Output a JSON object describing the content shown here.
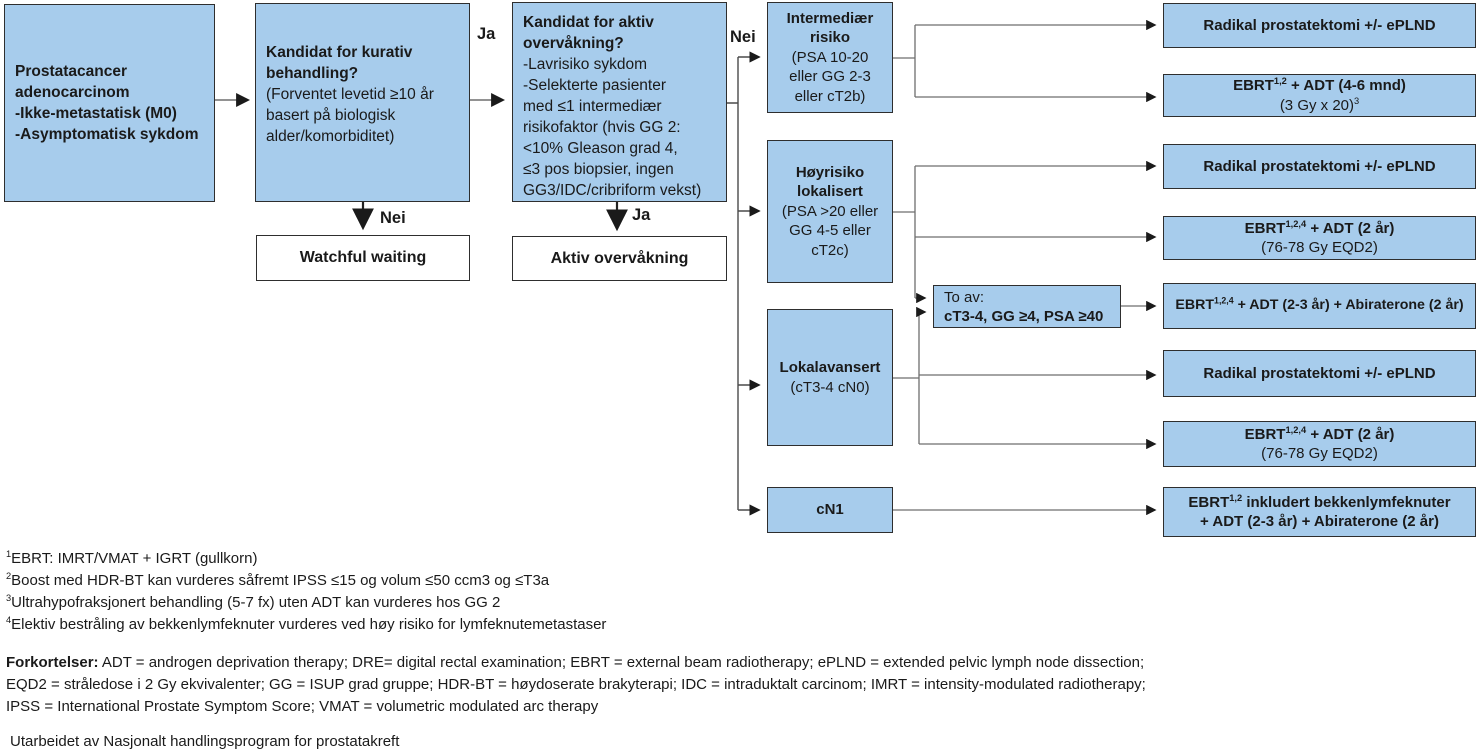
{
  "colors": {
    "box_fill": "#a7ccec",
    "box_border": "#2e2e2e",
    "line_gray": "#6e6e6e",
    "arrow_black": "#1a1a1a",
    "background": "#ffffff"
  },
  "flow": {
    "start_box": {
      "text": "Prostatacancer\nadenocarcinom\n-Ikke-metastatisk (M0)\n-Asymptomatisk sykdom"
    },
    "curative_box": {
      "title": "Kandidat for kurativ\nbehandling?",
      "body": "(Forventet levetid ≥10 år\nbasert på biologisk\nalder/komorbiditet)"
    },
    "surveillance_box": {
      "title": "Kandidat for aktiv\novervåkning?",
      "body": "-Lavrisiko sykdom\n-Selekterte pasienter\nmed ≤1 intermediær\nrisikofaktor (hvis GG 2:\n<10% Gleason grad 4,\n≤3 pos biopsier, ingen\nGG3/IDC/cribriform vekst)"
    },
    "watchful_waiting": "Watchful waiting",
    "active_surveillance": "Aktiv overvåkning",
    "labels": {
      "ja_curative": "Ja",
      "nei_watchful": "Nei",
      "nei_risk": "Nei",
      "ja_surveillance": "Ja"
    },
    "risks": [
      {
        "title": "Intermediær\nrisiko",
        "body": "(PSA 10-20\neller GG 2-3\neller cT2b)"
      },
      {
        "title": "Høyrisiko\nlokalisert",
        "body": "(PSA >20 eller\nGG 4-5 eller\ncT2c)"
      },
      {
        "title": "Lokalavansert",
        "body": "(cT3-4 cN0)"
      },
      {
        "title": "cN1",
        "body": ""
      }
    ],
    "two_of": {
      "intro": "To av:",
      "criteria": "cT3-4, GG ≥4, PSA ≥40"
    },
    "treatments": [
      {
        "text": "Radikal prostatektomi +/- ePLND"
      },
      {
        "pre": "EBRT",
        "sup": "1,2",
        "post": " + ADT (4-6 mnd)",
        "line2": "(3 Gy x 20)",
        "line2_sup": "3"
      },
      {
        "text": "Radikal prostatektomi +/- ePLND"
      },
      {
        "pre": "EBRT",
        "sup": "1,2,4",
        "post": " + ADT (2 år)",
        "line2": "(76-78 Gy EQD2)"
      },
      {
        "pre": "EBRT",
        "sup": "1,2,4",
        "post": " + ADT (2-3 år) + Abiraterone (2 år)"
      },
      {
        "text": "Radikal prostatektomi +/- ePLND"
      },
      {
        "pre": "EBRT",
        "sup": "1,2,4",
        "post": " + ADT (2 år)",
        "line2": "(76-78 Gy EQD2)"
      },
      {
        "pre": "EBRT",
        "sup": "1,2",
        "post": " inkludert bekkenlymfeknuter",
        "line2": "+ ADT (2-3 år) + Abiraterone (2 år)"
      }
    ]
  },
  "footnotes": [
    {
      "sup": "1",
      "text": "EBRT: IMRT/VMAT + IGRT (gullkorn)"
    },
    {
      "sup": "2",
      "text": "Boost med HDR-BT kan vurderes såfremt IPSS ≤15 og volum ≤50 ccm3 og ≤T3a"
    },
    {
      "sup": "3",
      "text": "Ultrahypofraksjonert behandling (5-7 fx) uten ADT kan vurderes hos GG 2"
    },
    {
      "sup": "4",
      "text": "Elektiv bestråling av bekkenlymfeknuter vurderes ved høy risiko for lymfeknutemetastaser"
    }
  ],
  "abbreviations": {
    "label": "Forkortelser:",
    "line1": " ADT = androgen deprivation therapy; DRE= digital rectal examination; EBRT = external beam radiotherapy; ePLND = extended pelvic lymph node dissection;",
    "line2": "EQD2 = stråledose i 2 Gy ekvivalenter; GG = ISUP grad gruppe; HDR-BT = høydoserate brakyterapi; IDC = intraduktalt carcinom; IMRT = intensity-modulated radiotherapy;",
    "line3": "IPSS = International Prostate Symptom Score; VMAT = volumetric modulated arc therapy"
  },
  "credit": "Utarbeidet av Nasjonalt handlingsprogram for prostatakreft"
}
